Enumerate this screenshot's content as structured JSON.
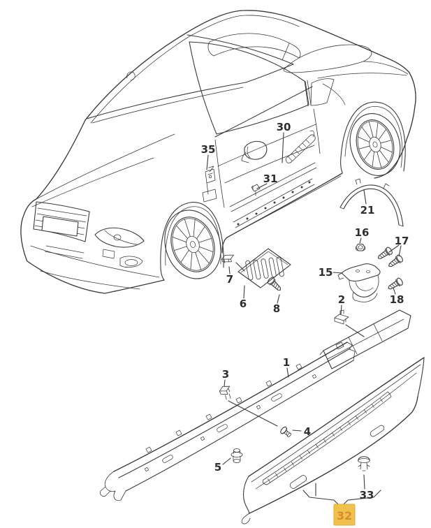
{
  "diagram": {
    "type": "exploded-parts-diagram",
    "background_color": "#ffffff",
    "line_color": "#3a3a3a",
    "callouts": {
      "n1": "1",
      "n2": "2",
      "n3": "3",
      "n4": "4",
      "n5": "5",
      "n6": "6",
      "n7": "7",
      "n8": "8",
      "n15": "15",
      "n16": "16",
      "n17": "17",
      "n18": "18",
      "n21": "21",
      "n30": "30",
      "n31": "31",
      "n33": "33",
      "n35": "35"
    },
    "highlighted_callout": {
      "label": "32",
      "box_fill": "#F1C14D",
      "box_border": "#E4AE35",
      "text_color": "#DA8B2E"
    }
  }
}
